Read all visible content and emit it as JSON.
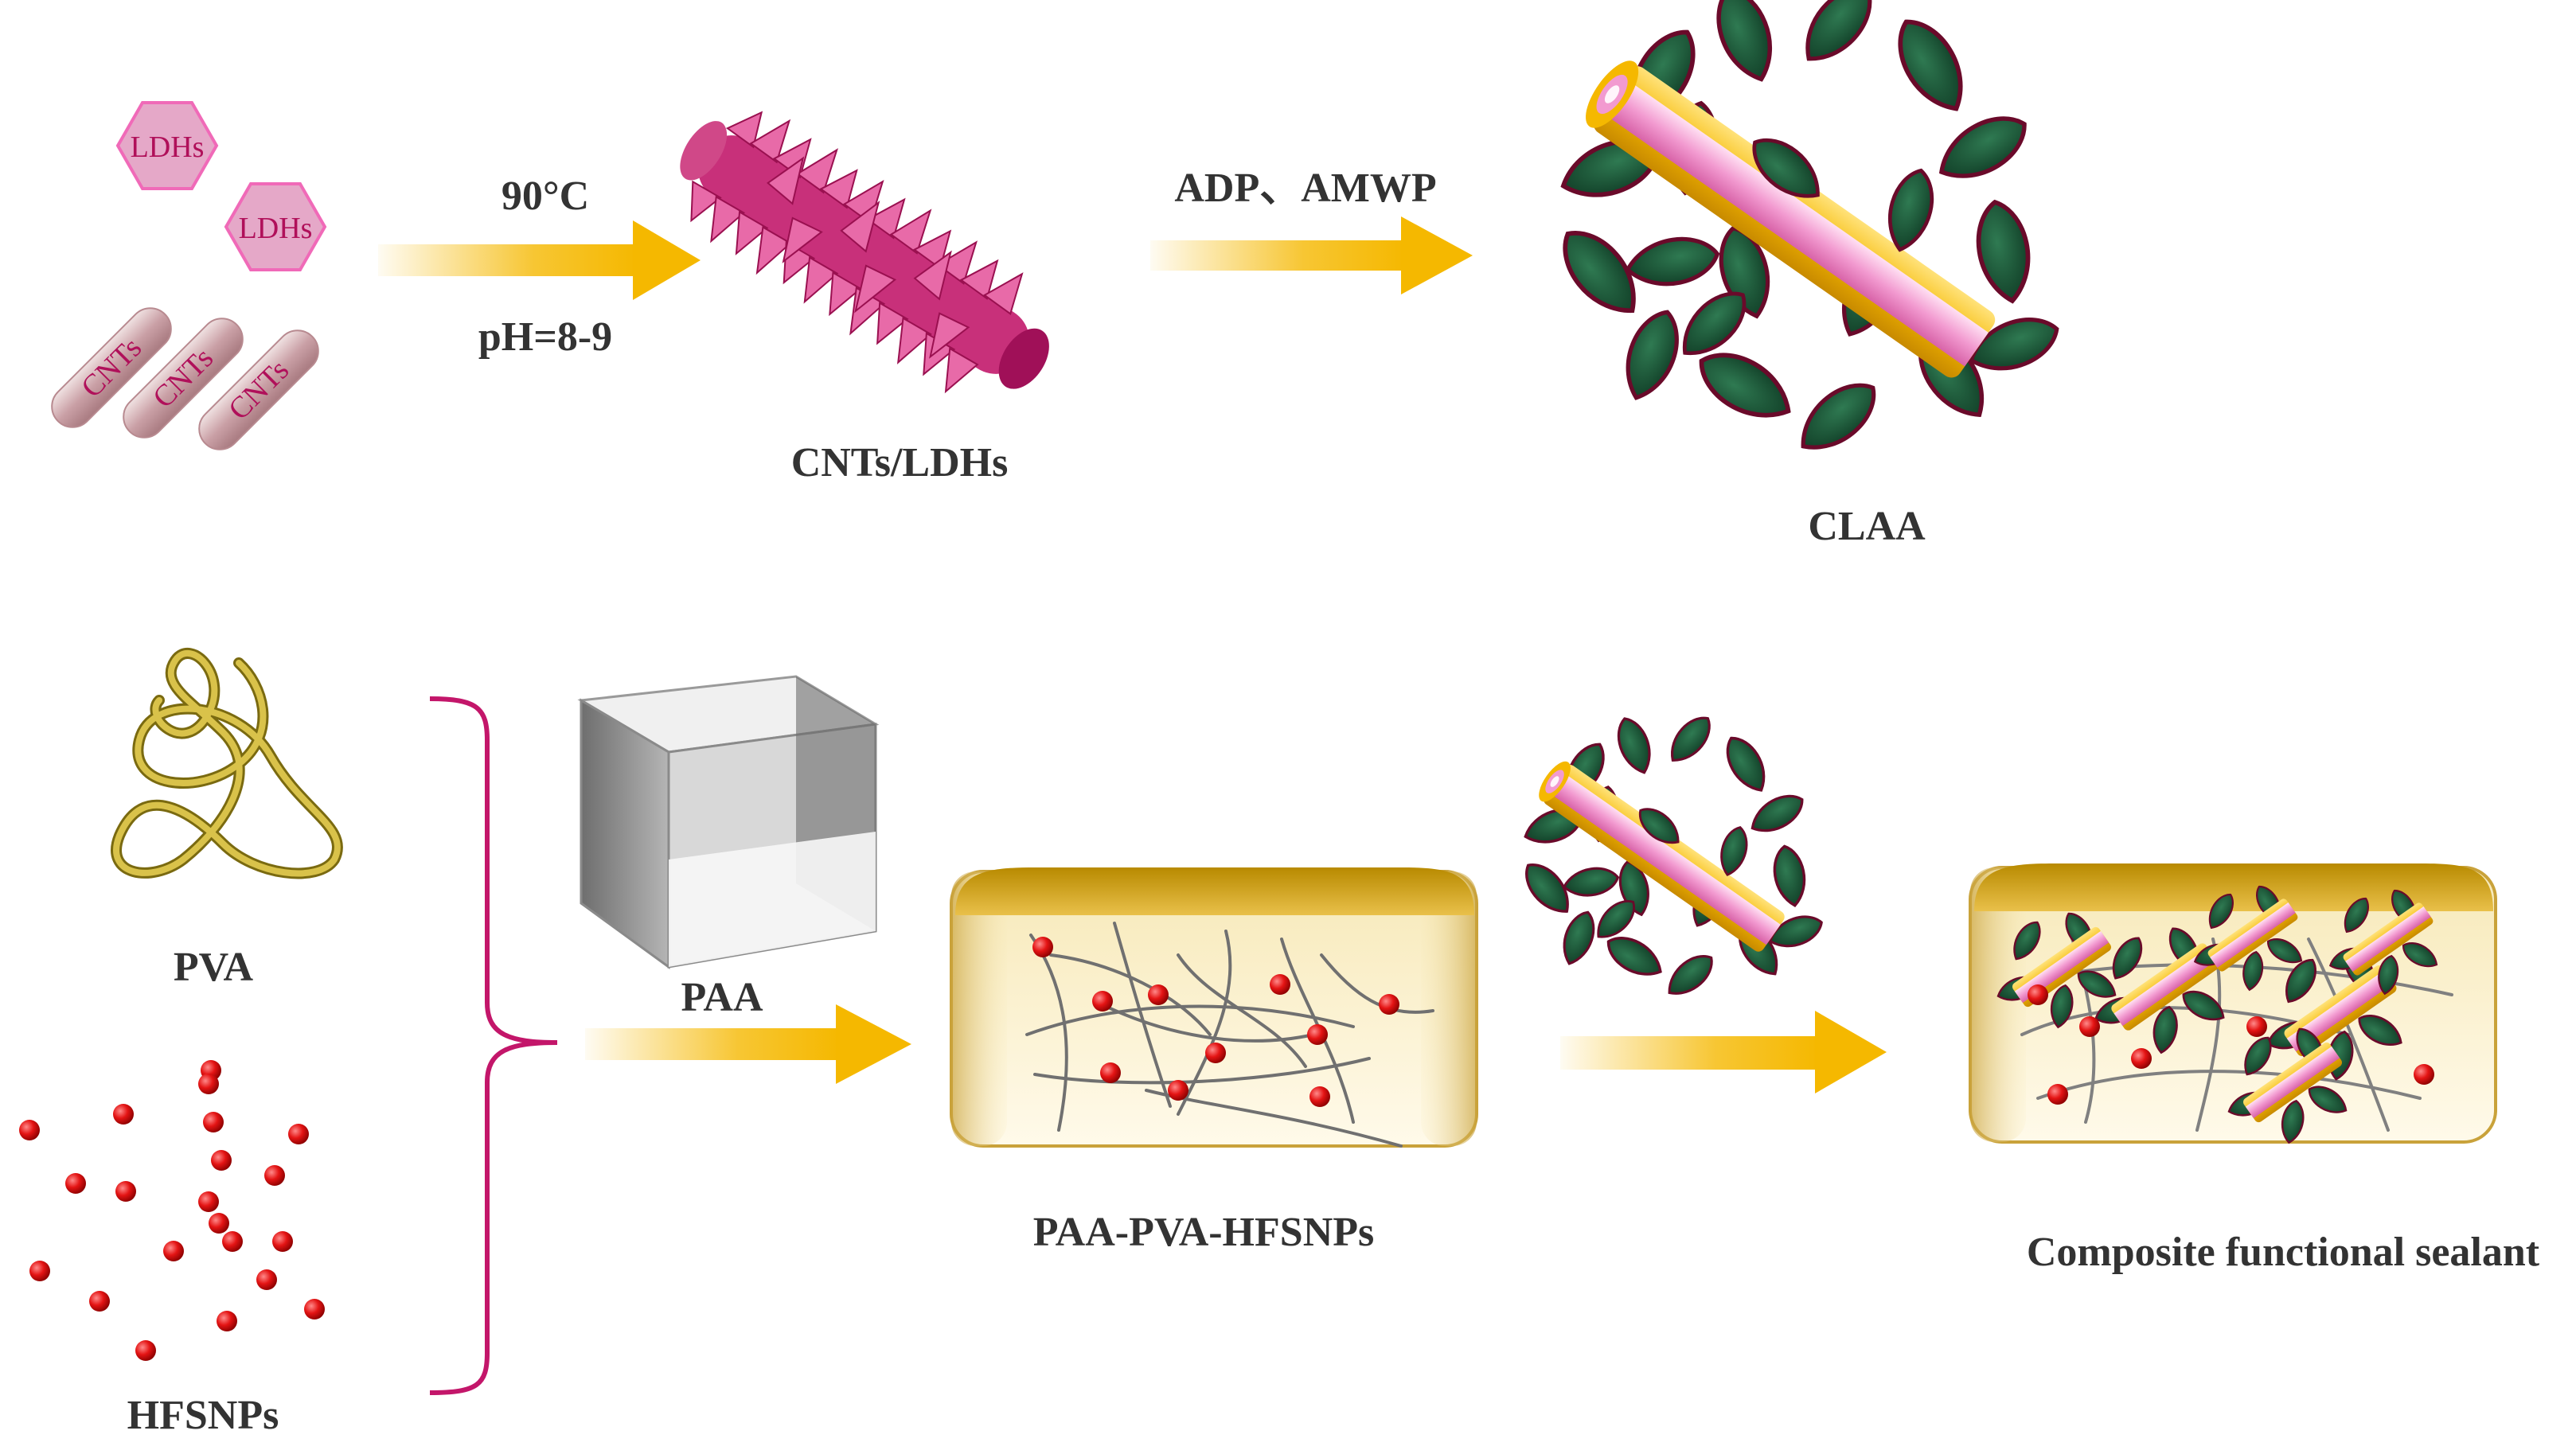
{
  "colors": {
    "pink": "#f09ad0",
    "magenta": "#b0105a",
    "gold": "#f5b800",
    "leaf": "#1f5a3a",
    "leaf_edge": "#6a0a2a",
    "particle": "#e01010",
    "gel": "#fdf6dc",
    "text": "#333333"
  },
  "top_row": {
    "ldh_label": "LDHs",
    "cnt_label": "CNTs",
    "step1_condition_top": "90°C",
    "step1_condition_bottom": "pH=8-9",
    "step1_product": "CNTs/LDHs",
    "step2_reagents": "ADP、AMWP",
    "step2_product": "CLAA"
  },
  "bottom_row": {
    "pva_label": "PVA",
    "hfsnps_label": "HFSNPs",
    "paa_label": "PAA",
    "gel_label": "PAA-PVA-HFSNPs",
    "final_label": "Composite functional sealant"
  }
}
